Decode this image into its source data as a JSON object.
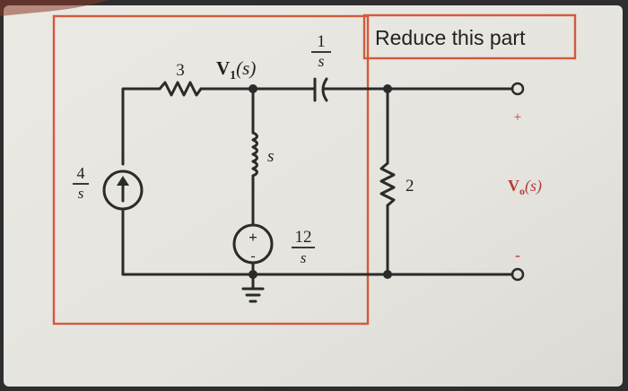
{
  "annotation": {
    "text": "Reduce this part"
  },
  "components": {
    "resistor_series": {
      "value": "3"
    },
    "node_voltage": {
      "label": "V",
      "subscript": "1",
      "arg": "(s)"
    },
    "capacitor": {
      "num": "1",
      "den": "s"
    },
    "inductor": {
      "value": "s"
    },
    "current_source": {
      "num": "4",
      "den": "s"
    },
    "voltage_source": {
      "num": "12",
      "den": "s",
      "plus": "+",
      "minus": "-"
    },
    "resistor_shunt": {
      "value": "2"
    },
    "output": {
      "label": "V",
      "subscript": "o",
      "arg": "(s)",
      "plus": "+",
      "minus": "-"
    }
  },
  "colors": {
    "paper": "#e9e7e1",
    "ink": "#2b2b2b",
    "highlight_box": "#d25a3c",
    "output_label": "#b63a3a"
  }
}
